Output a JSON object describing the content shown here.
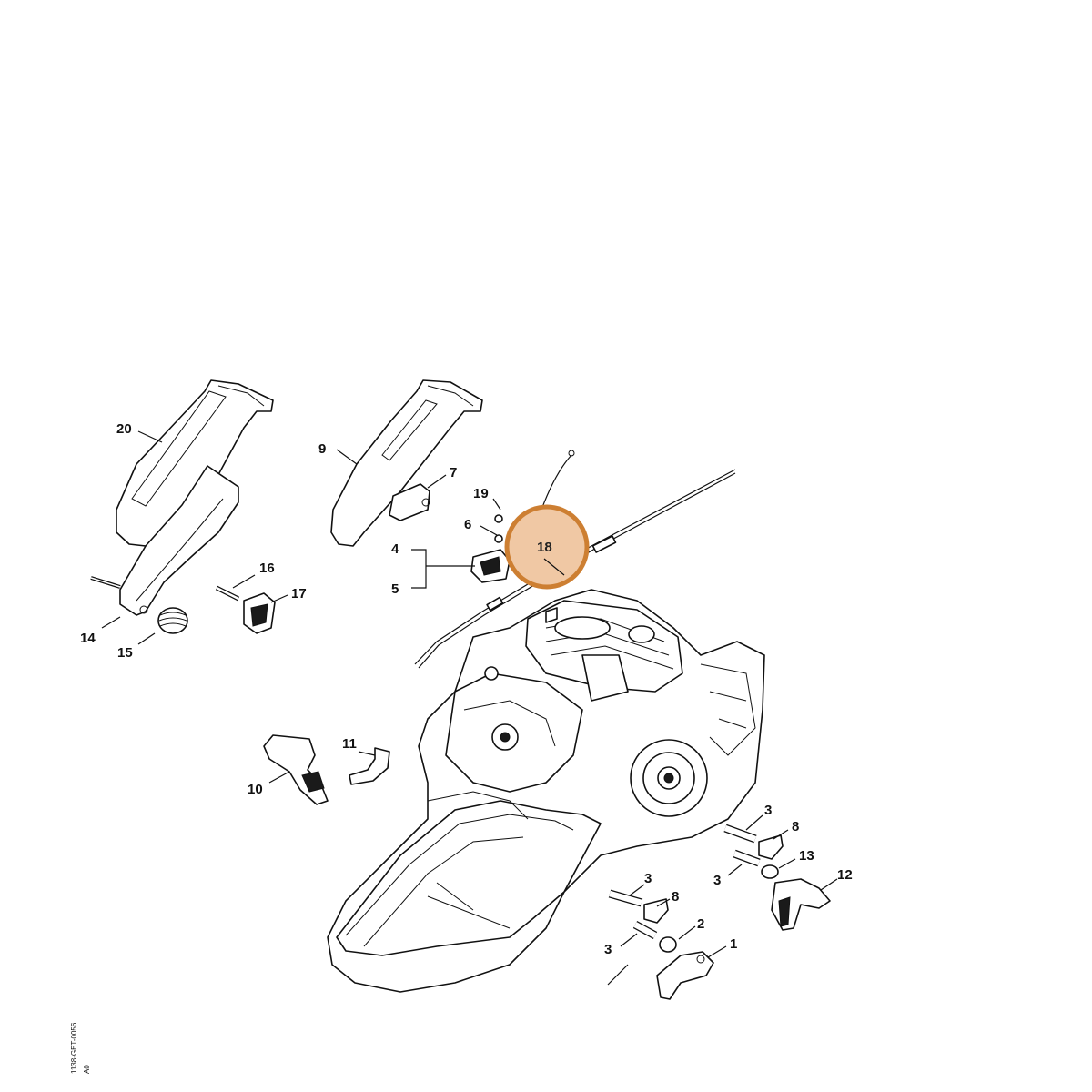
{
  "diagram": {
    "highlight_color": "#f0c8a4",
    "highlight_stroke": "#cd7f32",
    "highlighted_part": "18",
    "callouts": [
      {
        "id": "c1",
        "text": "1"
      },
      {
        "id": "c2",
        "text": "2"
      },
      {
        "id": "c3a",
        "text": "3"
      },
      {
        "id": "c3b",
        "text": "3"
      },
      {
        "id": "c3c",
        "text": "3"
      },
      {
        "id": "c3d",
        "text": "3"
      },
      {
        "id": "c4",
        "text": "4"
      },
      {
        "id": "c5",
        "text": "5"
      },
      {
        "id": "c6",
        "text": "6"
      },
      {
        "id": "c7",
        "text": "7"
      },
      {
        "id": "c8a",
        "text": "8"
      },
      {
        "id": "c8b",
        "text": "8"
      },
      {
        "id": "c9",
        "text": "9"
      },
      {
        "id": "c10",
        "text": "10"
      },
      {
        "id": "c11",
        "text": "11"
      },
      {
        "id": "c12",
        "text": "12"
      },
      {
        "id": "c13",
        "text": "13"
      },
      {
        "id": "c14",
        "text": "14"
      },
      {
        "id": "c15",
        "text": "15"
      },
      {
        "id": "c16",
        "text": "16"
      },
      {
        "id": "c17",
        "text": "17"
      },
      {
        "id": "c18",
        "text": "18"
      },
      {
        "id": "c19",
        "text": "19"
      },
      {
        "id": "c20",
        "text": "20"
      }
    ],
    "drawing_code_line1": "1138-GET-0056",
    "drawing_code_line2": "A0"
  }
}
